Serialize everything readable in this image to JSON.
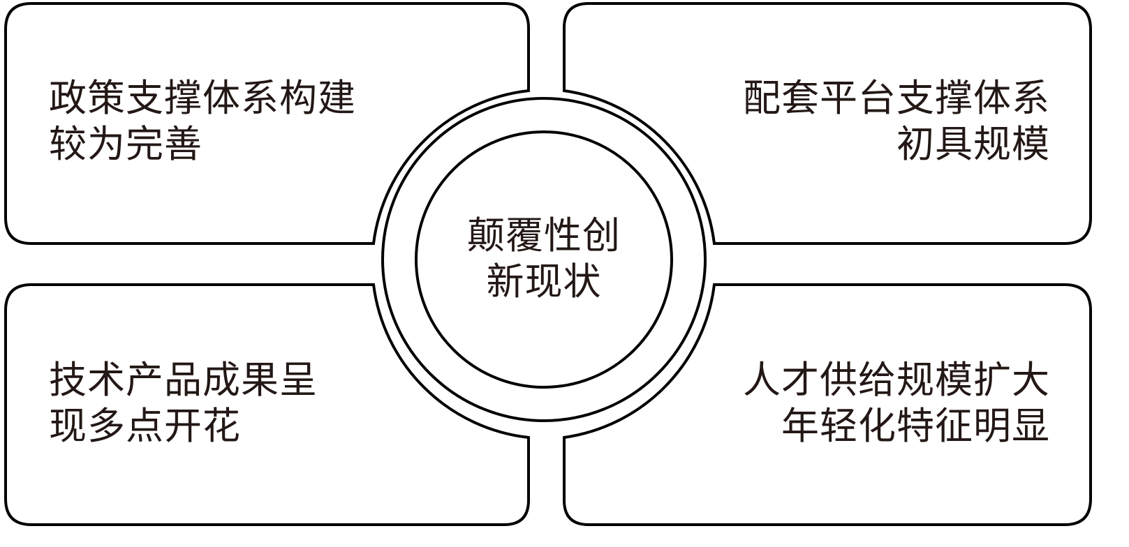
{
  "diagram": {
    "center": {
      "lines": [
        "颠覆性创",
        "新现状"
      ]
    },
    "quadrants": [
      {
        "position": "top-left",
        "lines": [
          "政策支撑体系构建",
          "较为完善"
        ]
      },
      {
        "position": "top-right",
        "lines": [
          "配套平台支撑体系",
          "初具规模"
        ]
      },
      {
        "position": "bottom-left",
        "lines": [
          "技术产品成果呈",
          "现多点开花"
        ]
      },
      {
        "position": "bottom-right",
        "lines": [
          "人才供给规模扩大",
          "年轻化特征明显"
        ]
      }
    ],
    "colors": {
      "stroke": "#000000",
      "text": "#231815",
      "background": "#ffffff"
    }
  }
}
